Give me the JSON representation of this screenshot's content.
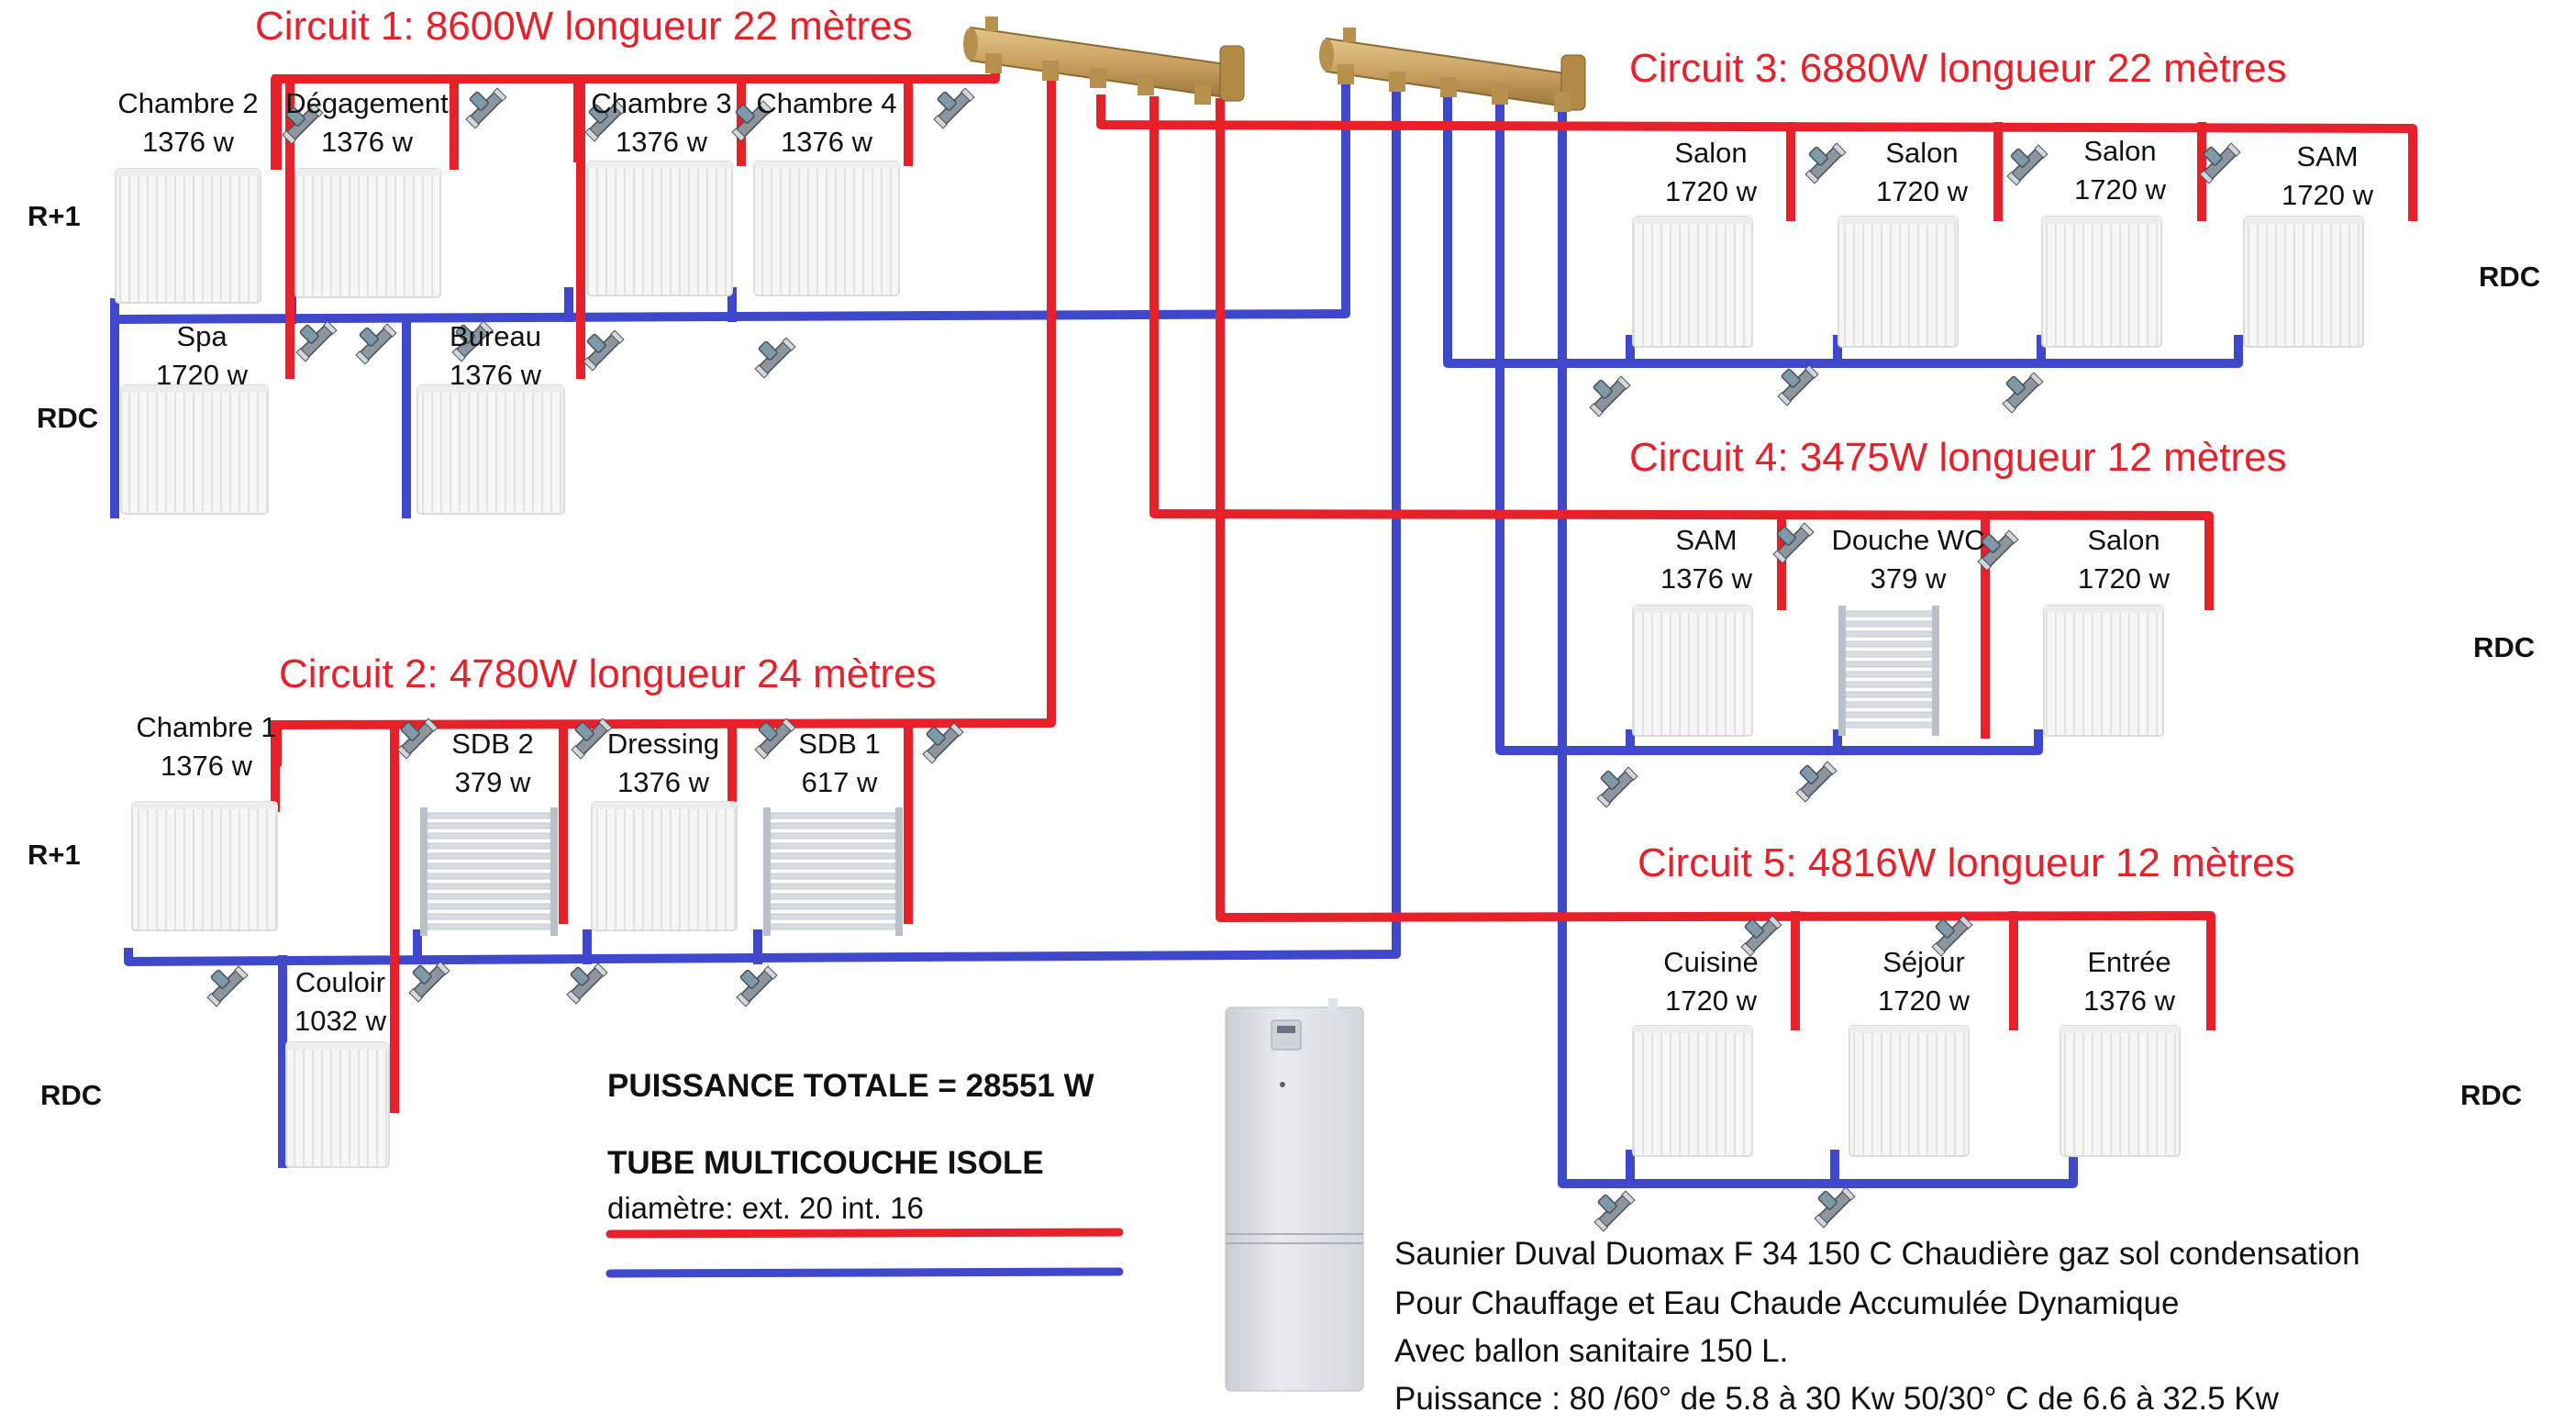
{
  "colors": {
    "supply_pipe": "#e8202a",
    "return_pipe": "#3f48cc",
    "title_red": "#e8202a",
    "brass": "#c9a060",
    "radiator": "#f2f2f2"
  },
  "levels": {
    "upper": "R+1",
    "ground": "RDC"
  },
  "circuits": [
    {
      "id": 1,
      "title": "Circuit 1:  8600W longueur 22 mètres",
      "power_w": 8600,
      "length_m": 22,
      "rooms": [
        {
          "name": "Chambre 2",
          "power": "1376 w",
          "level": "R+1"
        },
        {
          "name": "Dégagement",
          "power": "1376 w",
          "level": "R+1"
        },
        {
          "name": "Chambre 3",
          "power": "1376 w",
          "level": "R+1"
        },
        {
          "name": "Chambre 4",
          "power": "1376 w",
          "level": "R+1"
        },
        {
          "name": "Spa",
          "power": "1720 w",
          "level": "RDC"
        },
        {
          "name": "Bureau",
          "power": "1376 w",
          "level": "RDC"
        }
      ]
    },
    {
      "id": 2,
      "title": "Circuit 2:  4780W longueur 24 mètres",
      "power_w": 4780,
      "length_m": 24,
      "rooms": [
        {
          "name": "Chambre 1",
          "power": "1376 w",
          "level": "R+1"
        },
        {
          "name": "SDB 2",
          "power": "379 w",
          "level": "R+1",
          "type": "towel"
        },
        {
          "name": "Dressing",
          "power": "1376 w",
          "level": "R+1"
        },
        {
          "name": "SDB 1",
          "power": "617 w",
          "level": "R+1",
          "type": "towel"
        },
        {
          "name": "Couloir",
          "power": "1032 w",
          "level": "RDC"
        }
      ]
    },
    {
      "id": 3,
      "title": "Circuit 3:  6880W longueur 22 mètres",
      "power_w": 6880,
      "length_m": 22,
      "rooms": [
        {
          "name": "Salon",
          "power": "1720 w",
          "level": "RDC"
        },
        {
          "name": "Salon",
          "power": "1720 w",
          "level": "RDC"
        },
        {
          "name": "Salon",
          "power": "1720 w",
          "level": "RDC"
        },
        {
          "name": "SAM",
          "power": "1720 w",
          "level": "RDC"
        }
      ]
    },
    {
      "id": 4,
      "title": "Circuit 4:  3475W longueur 12 mètres",
      "power_w": 3475,
      "length_m": 12,
      "rooms": [
        {
          "name": "SAM",
          "power": "1376 w",
          "level": "RDC"
        },
        {
          "name": "Douche WC",
          "power": "379 w",
          "level": "RDC",
          "type": "towel"
        },
        {
          "name": "Salon",
          "power": "1720 w",
          "level": "RDC"
        }
      ]
    },
    {
      "id": 5,
      "title": "Circuit 5:  4816W longueur 12 mètres",
      "power_w": 4816,
      "length_m": 12,
      "rooms": [
        {
          "name": "Cuisine",
          "power": "1720 w",
          "level": "RDC"
        },
        {
          "name": "Séjour",
          "power": "1720 w",
          "level": "RDC"
        },
        {
          "name": "Entrée",
          "power": "1376 w",
          "level": "RDC"
        }
      ]
    }
  ],
  "notes": {
    "total_power": "PUISSANCE TOTALE = 28551 W",
    "tube_title": "TUBE MULTICOUCHE ISOLE",
    "tube_diameter": "diamètre: ext. 20 int. 16"
  },
  "boiler": {
    "line1": "Saunier Duval Duomax F 34 150 C Chaudière gaz sol condensation",
    "line2": "Pour Chauffage et Eau Chaude Accumulée Dynamique",
    "line3": "Avec ballon sanitaire 150 L.",
    "line4": "Puissance : 80 /60° de 5.8 à 30 Kw 50/30° C de 6.6 à 32.5 Kw"
  },
  "icons": {
    "manifold": "brass-manifold-icon",
    "fitting": "pex-tee-fitting-icon",
    "radiator": "panel-radiator-icon",
    "towel_radiator": "towel-radiator-icon",
    "boiler": "floor-boiler-icon"
  }
}
